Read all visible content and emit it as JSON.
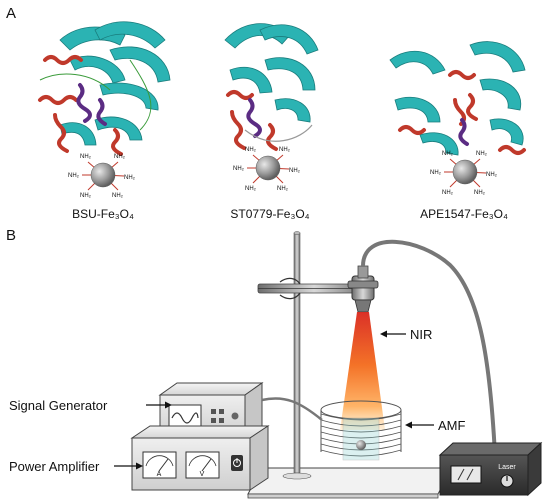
{
  "panel_a": {
    "letter": "A",
    "proteins": [
      {
        "label": "BSU-Fe₃O₄"
      },
      {
        "label": "ST0779-Fe₃O₄"
      },
      {
        "label": "APE1547-Fe₃O₄"
      }
    ],
    "amine_label": "NH₂"
  },
  "panel_b": {
    "letter": "B",
    "labels": {
      "nir": "NIR",
      "amf": "AMF",
      "signal_generator": "Signal Generator",
      "power_amplifier": "Power Amplifier",
      "laser": "Laser",
      "meter_a": "A",
      "meter_v": "V"
    }
  },
  "colors": {
    "beta_sheet": "#2bb3b3",
    "helix_red": "#c0392b",
    "helix_purple": "#5b2c83",
    "nanoparticle": "#9a9a9a",
    "nir_beam": "#f36b1c"
  }
}
